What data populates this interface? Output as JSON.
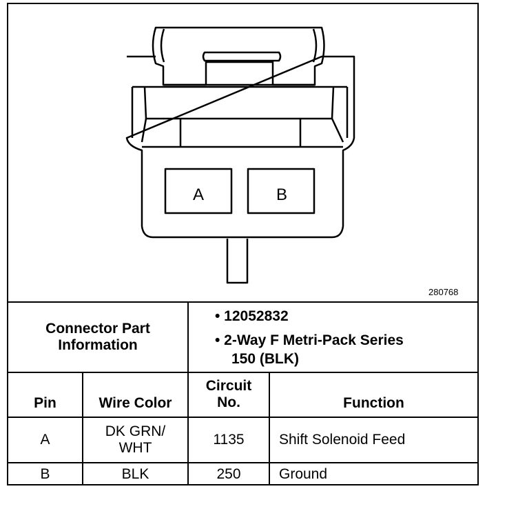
{
  "figure_id": "280768",
  "connector": {
    "pin_labels": [
      "A",
      "B"
    ]
  },
  "part_info": {
    "label": "Connector Part Information",
    "part_number": "• 12052832",
    "description_line1": "• 2-Way F Metri-Pack Series",
    "description_line2": "150 (BLK)"
  },
  "table": {
    "headers": {
      "pin": "Pin",
      "wire_color": "Wire Color",
      "circuit": "Circuit No.",
      "function": "Function"
    },
    "rows": [
      {
        "pin": "A",
        "wire_color": "DK GRN/ WHT",
        "circuit": "1135",
        "function": "Shift Solenoid Feed"
      },
      {
        "pin": "B",
        "wire_color": "BLK",
        "circuit": "250",
        "function": "Ground"
      }
    ]
  }
}
